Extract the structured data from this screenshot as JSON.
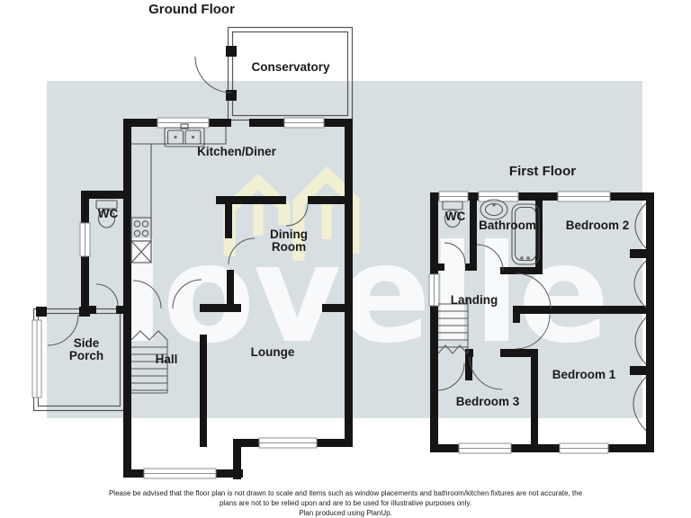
{
  "watermark": {
    "text": "lovelle",
    "logo": "lovelle-house-logo"
  },
  "colors": {
    "background_band": "#d8dfe2",
    "wall": "#151515",
    "thin_line": "#555555",
    "logo_yellow": "#f1f0d2",
    "watermark_white": "rgba(255,255,255,0.82)",
    "label_text": "#1a1a1a"
  },
  "ground": {
    "title": "Ground Floor",
    "rooms": {
      "conservatory": "Conservatory",
      "kitchen": "Kitchen/Diner",
      "wc": "WC",
      "dining": "Dining Room",
      "side_porch": "Side Porch",
      "hall": "Hall",
      "lounge": "Lounge"
    }
  },
  "first": {
    "title": "First Floor",
    "rooms": {
      "wc": "WC",
      "bathroom": "Bathroom",
      "bedroom2": "Bedroom 2",
      "landing": "Landing",
      "bedroom1": "Bedroom 1",
      "bedroom3": "Bedroom 3"
    }
  },
  "disclaimer": {
    "line1": "Please be advised that the floor plan is not drawn to scale and items such as window placements and bathroom/kitchen fixtures are not accurate, the",
    "line2": "plans are not to be relied upon and are to be used for illustrative purposes only.",
    "line3": "Plan produced using PlanUp."
  }
}
